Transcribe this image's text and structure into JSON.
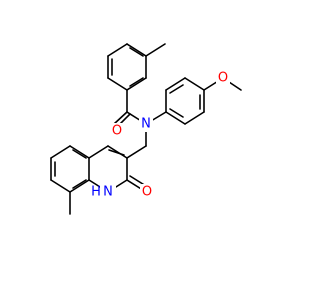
{
  "diagram": {
    "type": "chemical-structure",
    "colors": {
      "bond": "#000000",
      "carbon": "#000000",
      "oxygen": "#ff0000",
      "nitrogen": "#0000ff"
    },
    "atom_labels": {
      "amide_oxygen": "O",
      "amide_nitrogen": "N",
      "methoxy_oxygen": "O",
      "lactam_oxygen": "O",
      "ring_nh": "N",
      "ring_nh_hydrogen": "H"
    }
  }
}
